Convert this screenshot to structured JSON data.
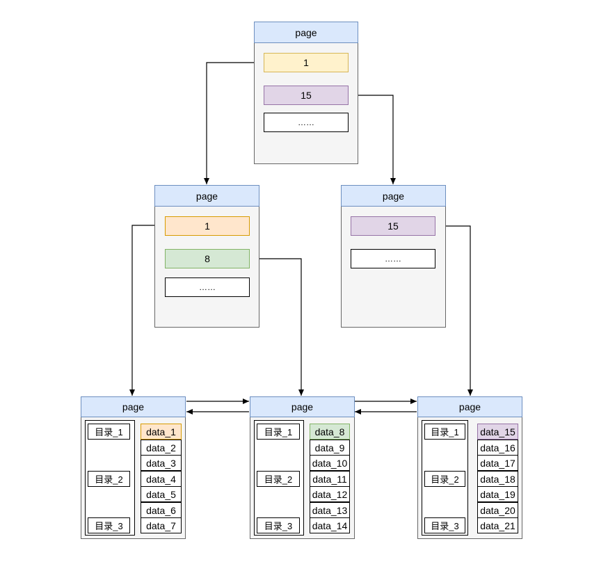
{
  "page_label": "page",
  "colors": {
    "yellow_fill": "#fff2cc",
    "yellow_stroke": "#d6b656",
    "purple_fill": "#e1d5e7",
    "purple_stroke": "#9673a6",
    "orange_fill": "#ffe6cc",
    "orange_stroke": "#d79b00",
    "green_fill": "#d5e8d4",
    "green_stroke": "#82b366",
    "header_fill": "#dae8fc",
    "header_stroke": "#6c8ebf"
  },
  "root": {
    "keys": [
      "1",
      "15",
      "……"
    ]
  },
  "internal_left": {
    "keys": [
      "1",
      "8",
      "……"
    ]
  },
  "internal_right": {
    "keys": [
      "15",
      "……"
    ]
  },
  "leaves": [
    {
      "directory": [
        "目录_1",
        "目录_2",
        "目录_3"
      ],
      "data": [
        "data_1",
        "data_2",
        "data_3",
        "data_4",
        "data_5",
        "data_6",
        "data_7"
      ]
    },
    {
      "directory": [
        "目录_1",
        "目录_2",
        "目录_3"
      ],
      "data": [
        "data_8",
        "data_9",
        "data_10",
        "data_11",
        "data_12",
        "data_13",
        "data_14"
      ]
    },
    {
      "directory": [
        "目录_1",
        "目录_2",
        "目录_3"
      ],
      "data": [
        "data_15",
        "data_16",
        "data_17",
        "data_18",
        "data_19",
        "data_20",
        "data_21"
      ]
    }
  ]
}
